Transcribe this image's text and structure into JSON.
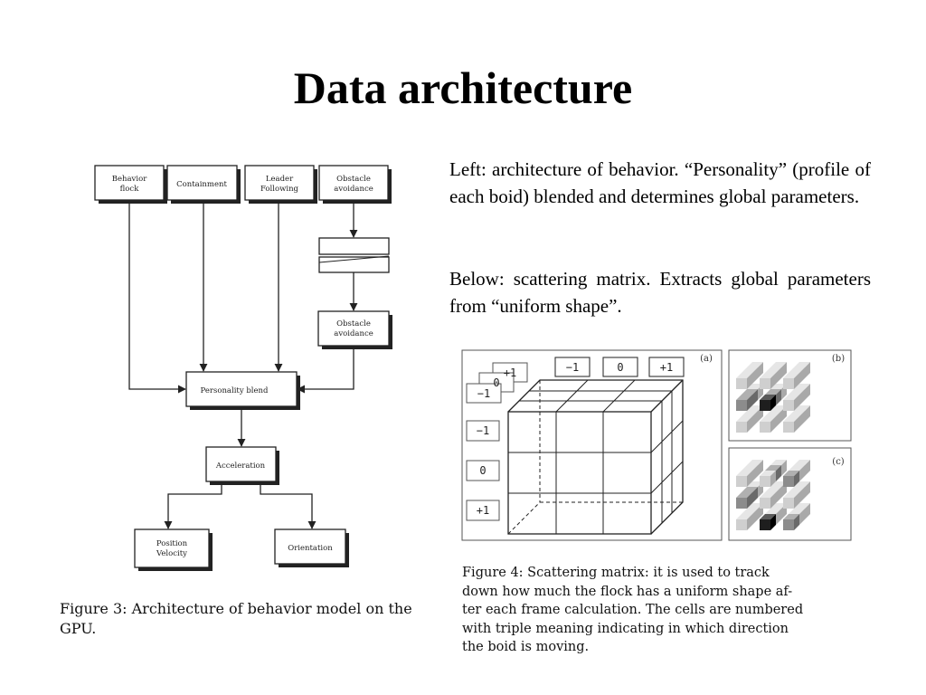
{
  "slide": {
    "title": "Data architecture",
    "text_left": "Left: architecture of behavior. “Personality” (profile of each boid) blended and determines global parameters.",
    "text_below": "Below: scattering matrix. Extracts global parameters from “uniform shape”."
  },
  "figure3": {
    "boxes": {
      "behavior_flock_line1": "Behavior",
      "behavior_flock_line2": "flock",
      "containment": "Containment",
      "leader_line1": "Leader",
      "leader_line2": "Following",
      "obstacle_top_line1": "Obstacle",
      "obstacle_top_line2": "avoidance",
      "obstacle_mid_line1": "Obstacle",
      "obstacle_mid_line2": "avoidance",
      "personality": "Personality blend",
      "acceleration": "Acceleration",
      "position_line1": "Position",
      "position_line2": "Velocity",
      "orientation": "Orientation"
    },
    "caption_line1": "Figure 3:  Architecture of behavior model on the",
    "caption_line2": "GPU."
  },
  "figure4": {
    "panel_a": "(a)",
    "panel_b": "(b)",
    "panel_c": "(c)",
    "top_labels": [
      "−1",
      "0",
      "+1"
    ],
    "side_labels": [
      "−1",
      "0",
      "+1"
    ],
    "stack_labels": [
      "+1",
      "0",
      "−1"
    ],
    "caption_lines": [
      "Figure 4:  Scattering matrix:  it is used to track",
      "down how much the flock has a uniform shape af-",
      "ter each frame calculation.  The cells are numbered",
      "with triple meaning indicating in which direction",
      "the boid is moving."
    ]
  }
}
